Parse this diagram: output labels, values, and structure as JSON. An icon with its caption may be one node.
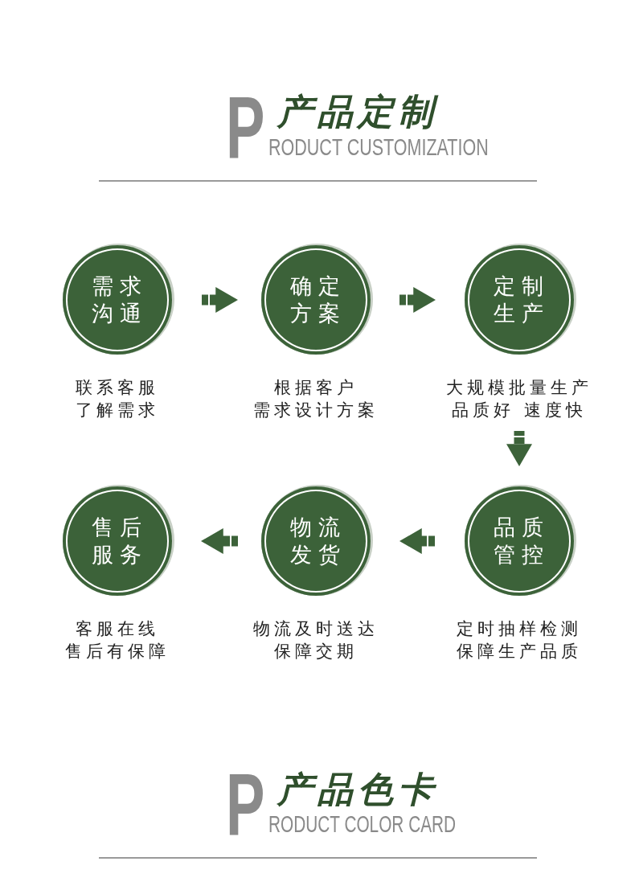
{
  "diagram": {
    "nodes": [
      {
        "text": [
          "需求沟通"
        ],
        "beside": [
          "联系客服",
          "了解需求"
        ]
      },
      {
        "text": [
          "确定方案"
        ],
        "beside": [
          "根据客户",
          "需求设计方案"
        ]
      },
      {
        "text": [
          "定制生产"
        ],
        "beside": [
          "大规模批量生产",
          "品质好 速度快"
        ]
      },
      {
        "text": [
          "售后服务"
        ],
        "beside": [
          "客服在线",
          "售后有保障"
        ]
      },
      {
        "text": [
          "物流发货"
        ],
        "beside": [
          "物流及时送达",
          "保障交期"
        ]
      },
      {
        "text": [
          "品质管控"
        ],
        "beside": [
          "定时抽样检测",
          "保障生产品质"
        ]
      }
    ],
    "edges": [
      {
        "from": 0,
        "to": 1,
        "arrow": "to"
      },
      {
        "from": 1,
        "to": 2,
        "arrow": "to"
      },
      {
        "from": 2,
        "to": 5,
        "arrow": "to"
      },
      {
        "from": 5,
        "to": 4,
        "arrow": "to"
      },
      {
        "from": 4,
        "to": 3,
        "arrow": "to"
      }
    ],
    "labels": [
      "P",
      "产品定制",
      "RODUCT CUSTOMIZATION",
      "P",
      "产品色卡",
      "RODUCT COLOR CARD"
    ]
  }
}
